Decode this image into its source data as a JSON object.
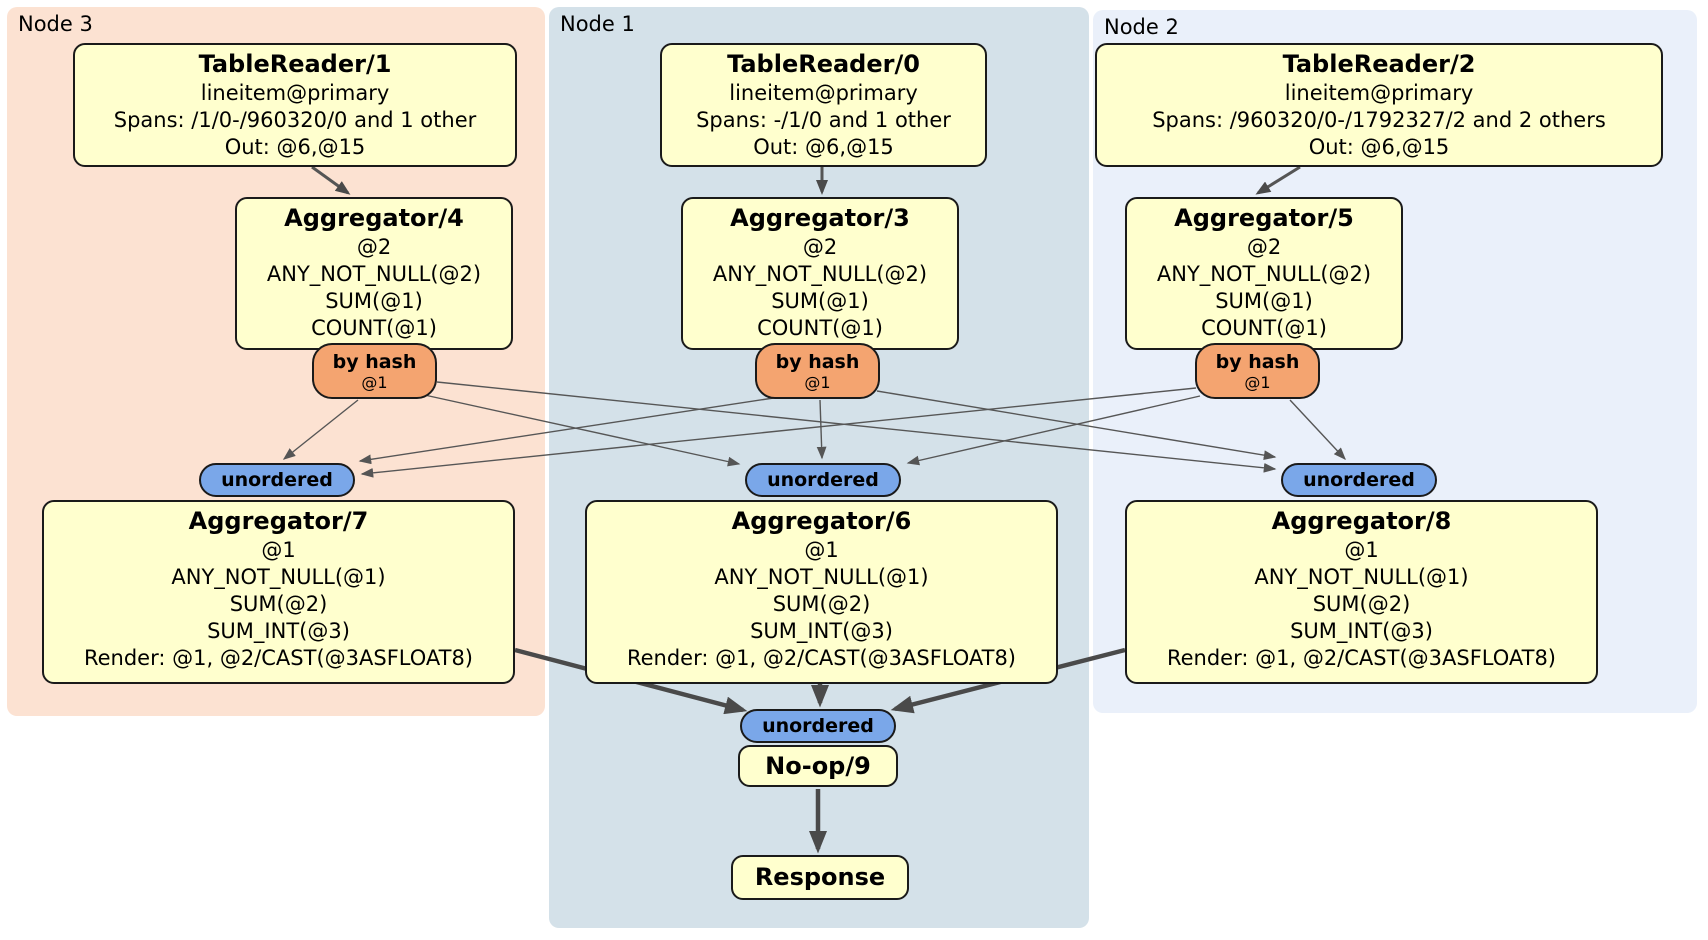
{
  "regions": {
    "node3": {
      "label": "Node 3"
    },
    "node1": {
      "label": "Node 1"
    },
    "node2": {
      "label": "Node 2"
    }
  },
  "processors": {
    "tablereader1": {
      "title": "TableReader/1",
      "lines": [
        "lineitem@primary",
        "Spans: /1/0-/960320/0 and 1 other",
        "Out: @6,@15"
      ]
    },
    "tablereader0": {
      "title": "TableReader/0",
      "lines": [
        "lineitem@primary",
        "Spans: -/1/0 and 1 other",
        "Out: @6,@15"
      ]
    },
    "tablereader2": {
      "title": "TableReader/2",
      "lines": [
        "lineitem@primary",
        "Spans: /960320/0-/1792327/2 and 2 others",
        "Out: @6,@15"
      ]
    },
    "aggregator4": {
      "title": "Aggregator/4",
      "lines": [
        "@2",
        "ANY_NOT_NULL(@2)",
        "SUM(@1)",
        "COUNT(@1)"
      ]
    },
    "aggregator3": {
      "title": "Aggregator/3",
      "lines": [
        "@2",
        "ANY_NOT_NULL(@2)",
        "SUM(@1)",
        "COUNT(@1)"
      ]
    },
    "aggregator5": {
      "title": "Aggregator/5",
      "lines": [
        "@2",
        "ANY_NOT_NULL(@2)",
        "SUM(@1)",
        "COUNT(@1)"
      ]
    },
    "aggregator7": {
      "title": "Aggregator/7",
      "lines": [
        "@1",
        "ANY_NOT_NULL(@1)",
        "SUM(@2)",
        "SUM_INT(@3)",
        "Render: @1, @2/CAST(@3ASFLOAT8)"
      ]
    },
    "aggregator6": {
      "title": "Aggregator/6",
      "lines": [
        "@1",
        "ANY_NOT_NULL(@1)",
        "SUM(@2)",
        "SUM_INT(@3)",
        "Render: @1, @2/CAST(@3ASFLOAT8)"
      ]
    },
    "aggregator8": {
      "title": "Aggregator/8",
      "lines": [
        "@1",
        "ANY_NOT_NULL(@1)",
        "SUM(@2)",
        "SUM_INT(@3)",
        "Render: @1, @2/CAST(@3ASFLOAT8)"
      ]
    },
    "noop9": {
      "title": "No-op/9"
    },
    "response": {
      "title": "Response"
    }
  },
  "routers": {
    "by_hash": {
      "label": "by hash",
      "key": "@1"
    },
    "unordered": {
      "label": "unordered"
    }
  },
  "colors": {
    "node3_bg": "#fce2d2",
    "node1_bg": "#d4e1e9",
    "node2_bg": "#eaf0fa",
    "processor_fill": "#ffffce",
    "hash_router_fill": "#f4a470",
    "unordered_fill": "#7aa7e9",
    "edge": "#555555"
  }
}
